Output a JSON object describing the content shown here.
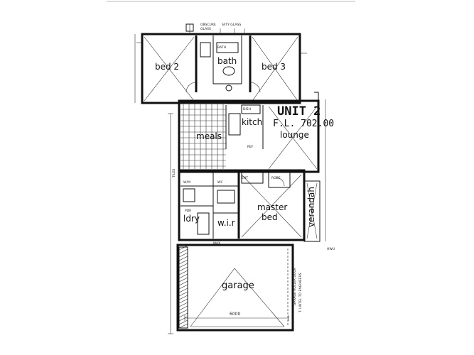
{
  "plan": {
    "unit_label": "UNIT 2",
    "floor_level": "F.L. 702.00",
    "rooms": {
      "bed2": "bed 2",
      "bath": "bath",
      "bed3": "bed 3",
      "meals": "meals",
      "kitchen": "kitch",
      "lounge": "lounge",
      "ldry": "ldry",
      "wir": "w.i.r",
      "master_bed_1": "master",
      "master_bed_2": "bed",
      "verandah": "verandah",
      "garage": "garage"
    },
    "dimension": "6000",
    "notes": {
      "note_obscure_1": "OBSCURE",
      "note_obscure_2": "GLASS",
      "note_soft_glass": "SFTY GLASS",
      "note_dish": "DISH",
      "note_bath": "BATH",
      "note_wm": "W/M",
      "note_ldry": "LDRY",
      "note_pdr": "PDR",
      "note_ref": "REF",
      "note_wc": "WC",
      "note_ent": "ENT",
      "note_robe": "ROBE",
      "note_hwu": "HWU",
      "note_garage_door": "GARAGE ROLLER DOOR",
      "note_lintel": "T. LINTEL TO ENGINEERS",
      "note_max": "MAX",
      "note_tiles": "TILES"
    }
  }
}
